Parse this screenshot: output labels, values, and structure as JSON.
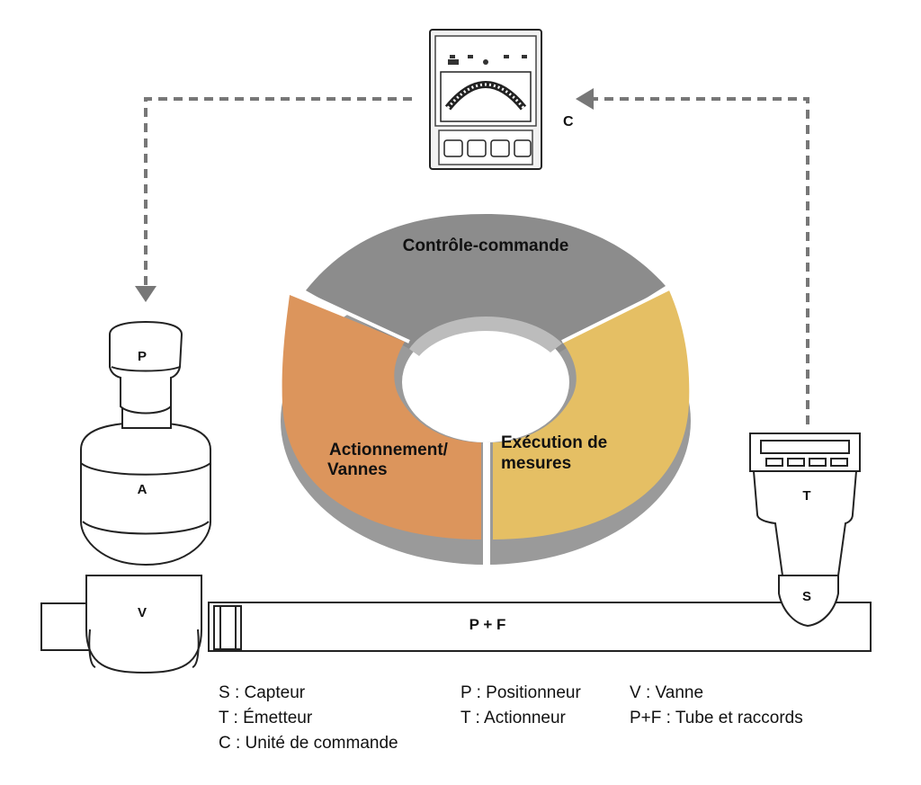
{
  "diagram": {
    "ring_segments": {
      "top": "Contrôle-commande",
      "left_line1": "Actionnement/",
      "left_line2": "Vannes",
      "right_line1": "Exécution de",
      "right_line2": "mesures"
    },
    "labels": {
      "controller": "C",
      "positioner": "P",
      "actuator": "A",
      "valve": "V",
      "transmitter": "T",
      "sensor": "S",
      "pipe": "P + F"
    },
    "colors": {
      "top_segment": "#8c8c8c",
      "left_segment": "#dc955c",
      "right_segment": "#e5bf64"
    }
  },
  "legend": {
    "col1": [
      "S : Capteur",
      "T : Émetteur",
      "C : Unité de commande"
    ],
    "col2": [
      "P : Positionneur",
      "T : Actionneur"
    ],
    "col3": [
      "V : Vanne",
      "P+F : Tube et raccords"
    ]
  }
}
